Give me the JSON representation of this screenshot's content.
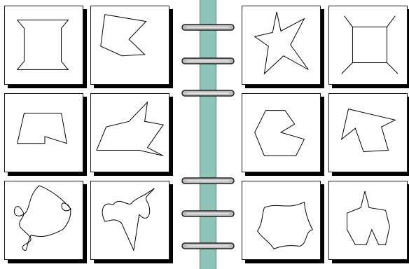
{
  "cards": [
    {
      "id": "shape-1",
      "icon": "hourglass-frame-shape"
    },
    {
      "id": "shape-2",
      "icon": "notched-pentagon-shape"
    },
    {
      "id": "shape-3",
      "icon": "jagged-star-shape"
    },
    {
      "id": "shape-4",
      "icon": "square-with-corner-spikes-shape"
    },
    {
      "id": "shape-5",
      "icon": "trapezoid-notch-shape"
    },
    {
      "id": "shape-6",
      "icon": "arrow-spike-shape"
    },
    {
      "id": "shape-7",
      "icon": "hexagon-notch-shape"
    },
    {
      "id": "shape-8",
      "icon": "arrowhead-shape"
    },
    {
      "id": "shape-9",
      "icon": "curvy-loop-shape"
    },
    {
      "id": "shape-10",
      "icon": "curvy-bird-shape"
    },
    {
      "id": "shape-11",
      "icon": "wavy-quad-shape"
    },
    {
      "id": "shape-12",
      "icon": "crown-shape"
    }
  ],
  "colors": {
    "spine": "#8ec3ba",
    "ring": "#9a9a9a",
    "shadow": "#000000"
  }
}
